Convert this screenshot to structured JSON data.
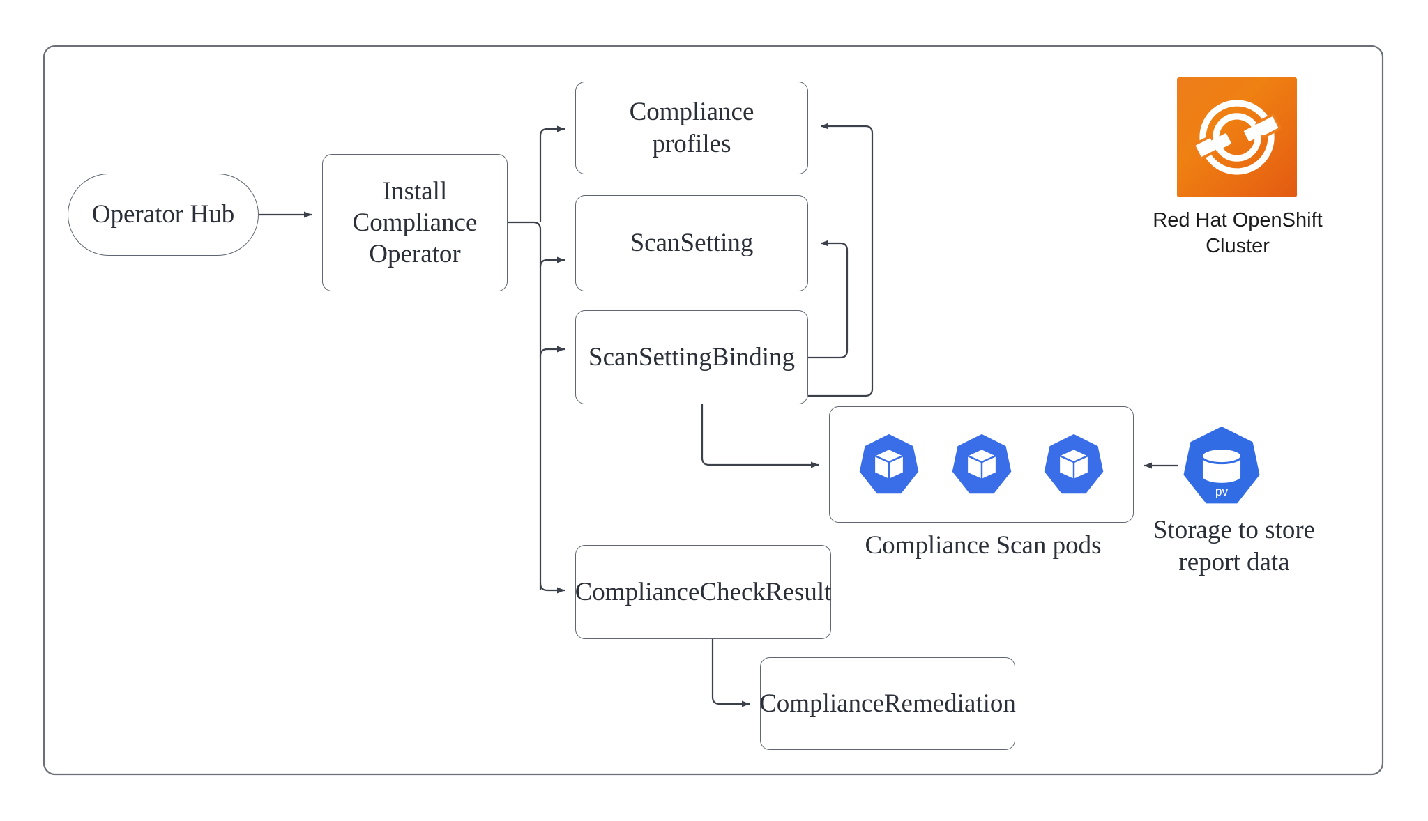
{
  "diagram": {
    "title": "OpenShift Compliance Operator flow",
    "outer_frame": {
      "name": "Red Hat OpenShift Cluster boundary"
    },
    "colors": {
      "stroke": "#5f6672",
      "text": "#2b2f38",
      "kubernetes_blue": "#326ce5",
      "pod_blue": "#3a6ee8",
      "openshift_orange_start": "#ee7d1a",
      "openshift_orange_end": "#e25a12",
      "background": "#ffffff"
    },
    "nodes": [
      {
        "id": "operator-hub",
        "label": "Operator Hub",
        "shape": "stadium"
      },
      {
        "id": "install-op",
        "label": "Install\nCompliance\nOperator",
        "shape": "rounded-rect"
      },
      {
        "id": "profiles",
        "label": "Compliance\nprofiles",
        "shape": "rounded-rect"
      },
      {
        "id": "scansetting",
        "label": "ScanSetting",
        "shape": "rounded-rect"
      },
      {
        "id": "ssb",
        "label": "ScanSettingBinding",
        "shape": "rounded-rect"
      },
      {
        "id": "ccr",
        "label": "ComplianceCheckResult",
        "shape": "rounded-rect"
      },
      {
        "id": "remediation",
        "label": "ComplianceRemediation",
        "shape": "rounded-rect"
      },
      {
        "id": "pods-container",
        "label": "",
        "shape": "rounded-rect"
      }
    ],
    "labels": {
      "pods_caption": "Compliance Scan pods",
      "storage_caption": "Storage to store\nreport data",
      "openshift_caption": "Red Hat OpenShift\nCluster",
      "pv_badge": "pv"
    },
    "icons": {
      "openshift": "openshift-logo-icon",
      "pod": "kubernetes-pod-icon",
      "pv": "kubernetes-persistent-volume-icon"
    },
    "edges": [
      {
        "from": "operator-hub",
        "to": "install-op",
        "arrow": "to"
      },
      {
        "from": "install-op",
        "to": "profiles",
        "arrow": "to"
      },
      {
        "from": "install-op",
        "to": "scansetting",
        "arrow": "to"
      },
      {
        "from": "install-op",
        "to": "ssb",
        "arrow": "to"
      },
      {
        "from": "install-op",
        "to": "ccr",
        "arrow": "to"
      },
      {
        "from": "ssb",
        "to": "profiles",
        "arrow": "to"
      },
      {
        "from": "ssb",
        "to": "scansetting",
        "arrow": "to"
      },
      {
        "from": "ssb",
        "to": "pods-container",
        "arrow": "to"
      },
      {
        "from": "ccr",
        "to": "remediation",
        "arrow": "to"
      },
      {
        "from": "pv",
        "to": "pods-container",
        "arrow": "to"
      }
    ]
  }
}
